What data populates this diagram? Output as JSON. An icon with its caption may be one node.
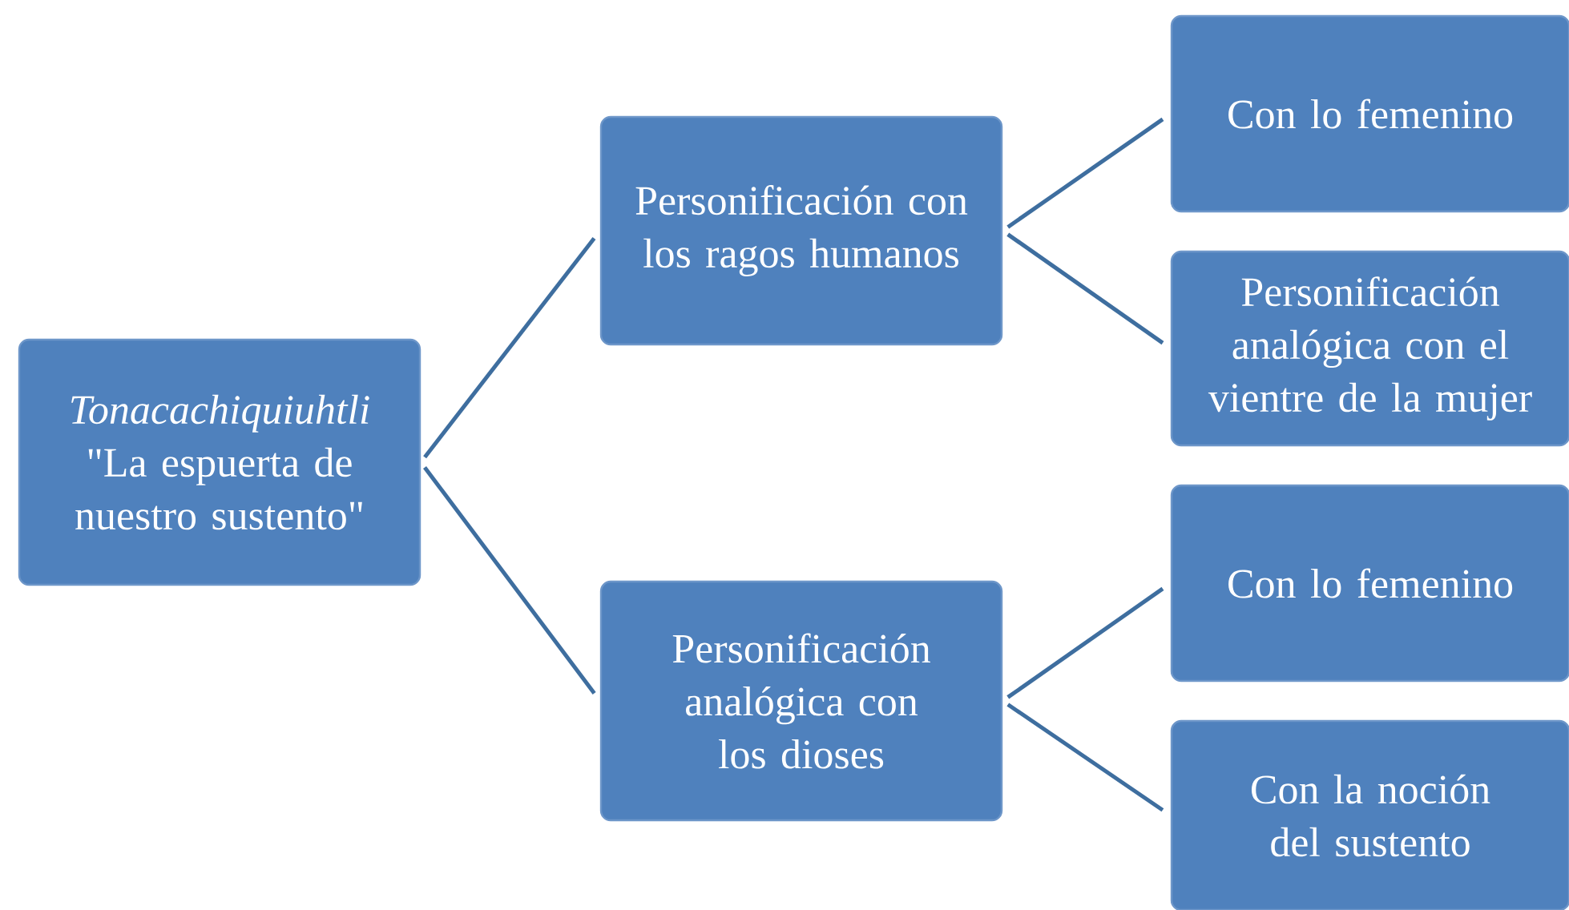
{
  "diagram": {
    "nodes": [
      {
        "text": [
          "Tonacachiquiuhtli",
          "\"La espuerta de nuestro sustento\""
        ]
      },
      {
        "text": [
          "Personificación con los ragos humanos"
        ]
      },
      {
        "text": [
          "Personificación analógica con los dioses"
        ]
      },
      {
        "text": [
          "Con lo femenino"
        ]
      },
      {
        "text": [
          "Personificación analógica con el vientre de la mujer"
        ]
      },
      {
        "text": [
          "Con lo femenino"
        ]
      },
      {
        "text": [
          "Con la noción del sustento"
        ]
      }
    ],
    "edges": [
      {
        "from": 0,
        "to": 1,
        "arrow": "none"
      },
      {
        "from": 0,
        "to": 2,
        "arrow": "none"
      },
      {
        "from": 1,
        "to": 3,
        "arrow": "none"
      },
      {
        "from": 1,
        "to": 4,
        "arrow": "none"
      },
      {
        "from": 2,
        "to": 5,
        "arrow": "none"
      },
      {
        "from": 2,
        "to": 6,
        "arrow": "none"
      }
    ]
  }
}
